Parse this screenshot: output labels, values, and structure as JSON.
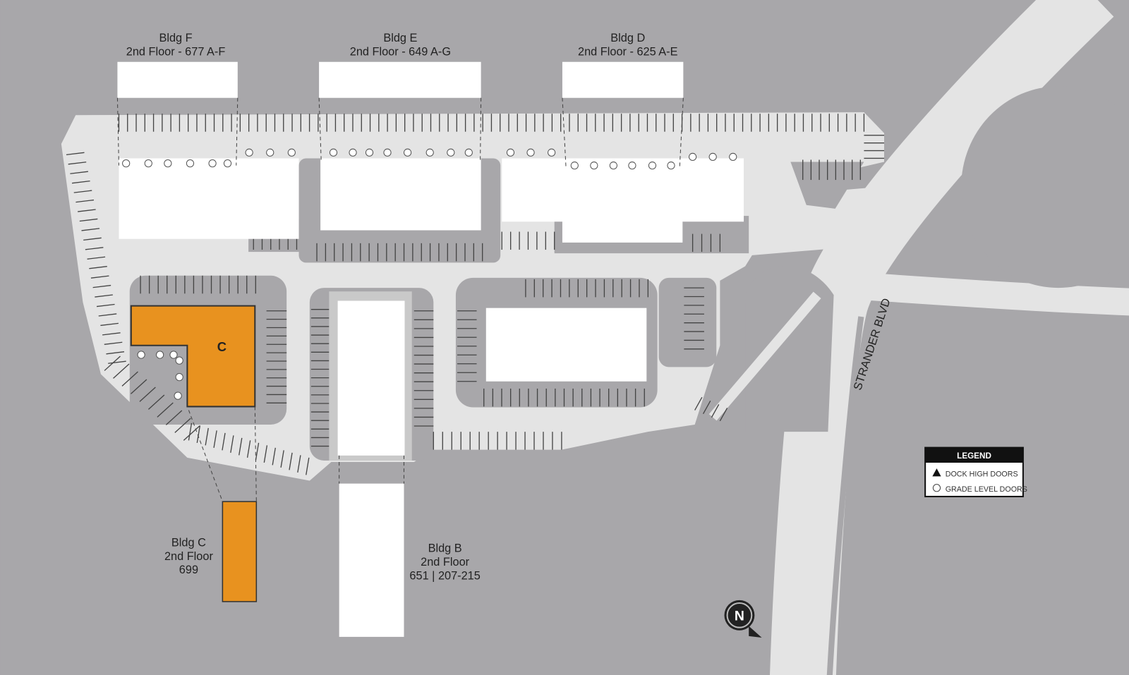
{
  "map": {
    "buildings": {
      "bldg_f": {
        "name": "Bldg F",
        "detail": "2nd Floor - 677 A-F"
      },
      "bldg_e": {
        "name": "Bldg E",
        "detail": "2nd Floor - 649 A-G"
      },
      "bldg_d": {
        "name": "Bldg D",
        "detail": "2nd Floor - 625 A-E"
      },
      "bldg_c": {
        "name": "Bldg C",
        "detail_1": "2nd Floor",
        "detail_2": "699",
        "footprint_label": "C"
      },
      "bldg_b": {
        "name": "Bldg B",
        "detail_1": "2nd Floor",
        "detail_2": "651 | 207-215"
      }
    },
    "street": "STRANDER BLVD",
    "compass": "N",
    "legend": {
      "title": "LEGEND",
      "items": [
        {
          "icon": "triangle",
          "label": "DOCK HIGH DOORS"
        },
        {
          "icon": "circle",
          "label": "GRADE LEVEL DOORS"
        }
      ]
    },
    "colors": {
      "background": "#a8a7aa",
      "pavement": "#e4e4e4",
      "building": "#ffffff",
      "highlight": "#e8921f"
    }
  }
}
